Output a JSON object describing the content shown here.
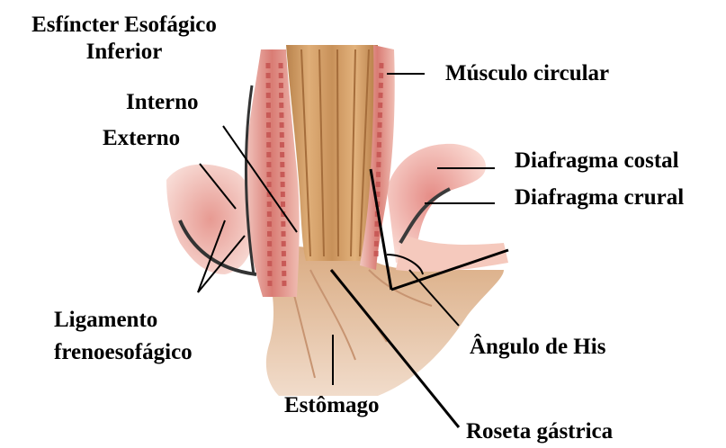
{
  "labels": {
    "esfincter_line1": "Esfíncter Esofágico",
    "esfincter_line2": "Inferior",
    "interno": "Interno",
    "externo": "Externo",
    "musculo_circular": "Músculo circular",
    "diafragma_costal": "Diafragma costal",
    "diafragma_crural": "Diafragma crural",
    "ligamento_line1": "Ligamento",
    "ligamento_line2": "frenoesofágico",
    "angulo_his": "Ângulo de His",
    "estomago": "Estômago",
    "roseta_gastrica": "Roseta gástrica"
  }
}
